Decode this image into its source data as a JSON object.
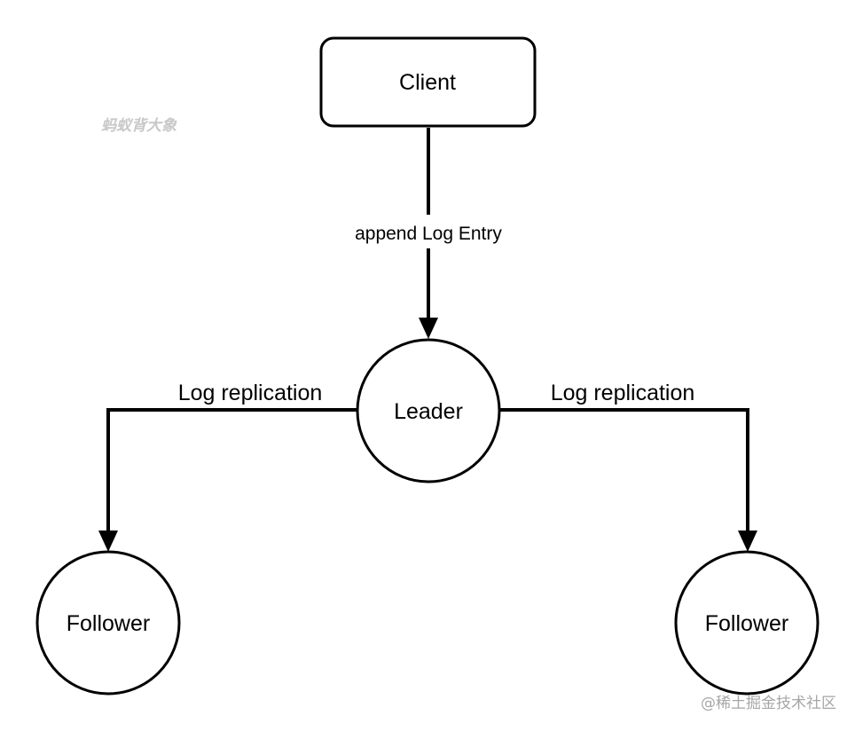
{
  "diagram": {
    "nodes": {
      "client": {
        "label": "Client",
        "shape": "rounded-rectangle"
      },
      "leader": {
        "label": "Leader",
        "shape": "circle"
      },
      "follower_left": {
        "label": "Follower",
        "shape": "circle"
      },
      "follower_right": {
        "label": "Follower",
        "shape": "circle"
      }
    },
    "edges": {
      "client_to_leader": {
        "label": "append Log Entry"
      },
      "leader_to_follower_left": {
        "label": "Log replication"
      },
      "leader_to_follower_right": {
        "label": "Log replication"
      }
    }
  },
  "watermarks": {
    "top_left": "蚂蚁背大象",
    "bottom_right": "@稀土掘金技术社区"
  },
  "colors": {
    "stroke": "#000000",
    "background": "#ffffff",
    "watermark_left": "#c8c8c8",
    "watermark_right": "#a6a6a6"
  }
}
